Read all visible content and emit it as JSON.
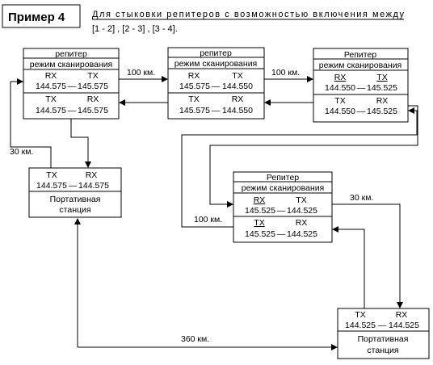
{
  "title": "Пример 4",
  "description": {
    "line1": "Для стыковки репитеров с возможностью включения между",
    "line2": "[1 - 2] , [2 - 3] , [3 - 4]."
  },
  "repeaters": [
    {
      "name": "репитер",
      "mode": "режим сканирования",
      "top": {
        "l": "RX",
        "r": "TX",
        "freq_l": "144.575",
        "freq_r": "145.575"
      },
      "bottom": {
        "l": "TX",
        "r": "RX",
        "freq_l": "144.575",
        "freq_r": "145.575"
      }
    },
    {
      "name": "репитер",
      "mode": "режим сканирования",
      "top": {
        "l": "RX",
        "r": "TX",
        "freq_l": "145.575",
        "freq_r": "144.550"
      },
      "bottom": {
        "l": "TX",
        "r": "RX",
        "freq_l": "145.575",
        "freq_r": "144.550"
      }
    },
    {
      "name": "Репитер",
      "mode": "режим сканирования",
      "top": {
        "l": "RX",
        "r": "TX",
        "freq_l": "144.550",
        "freq_r": "145.525"
      },
      "bottom": {
        "l": "TX",
        "r": "RX",
        "freq_l": "144.550",
        "freq_r": "145.525"
      }
    },
    {
      "name": "Репитер",
      "mode": "режим сканирования",
      "top": {
        "l": "RX",
        "r": "TX",
        "freq_l": "145.525",
        "freq_r": "144.525"
      },
      "bottom": {
        "l": "TX",
        "r": "RX",
        "freq_l": "145.525",
        "freq_r": "144.525"
      }
    }
  ],
  "stations": [
    {
      "l": "TX",
      "r": "RX",
      "freq_l": "144.575",
      "freq_r": "144.575",
      "label1": "Портативная",
      "label2": "станция"
    },
    {
      "l": "TX",
      "r": "RX",
      "freq_l": "144.525",
      "freq_r": "144.525",
      "label1": "Портативная",
      "label2": "станция"
    }
  ],
  "distances": {
    "d12": "100 км.",
    "d23": "100 км.",
    "d34": "100 км.",
    "d_st1": "30 км.",
    "d_st2": "30 км.",
    "d_long": "360 км."
  },
  "dash": "—"
}
